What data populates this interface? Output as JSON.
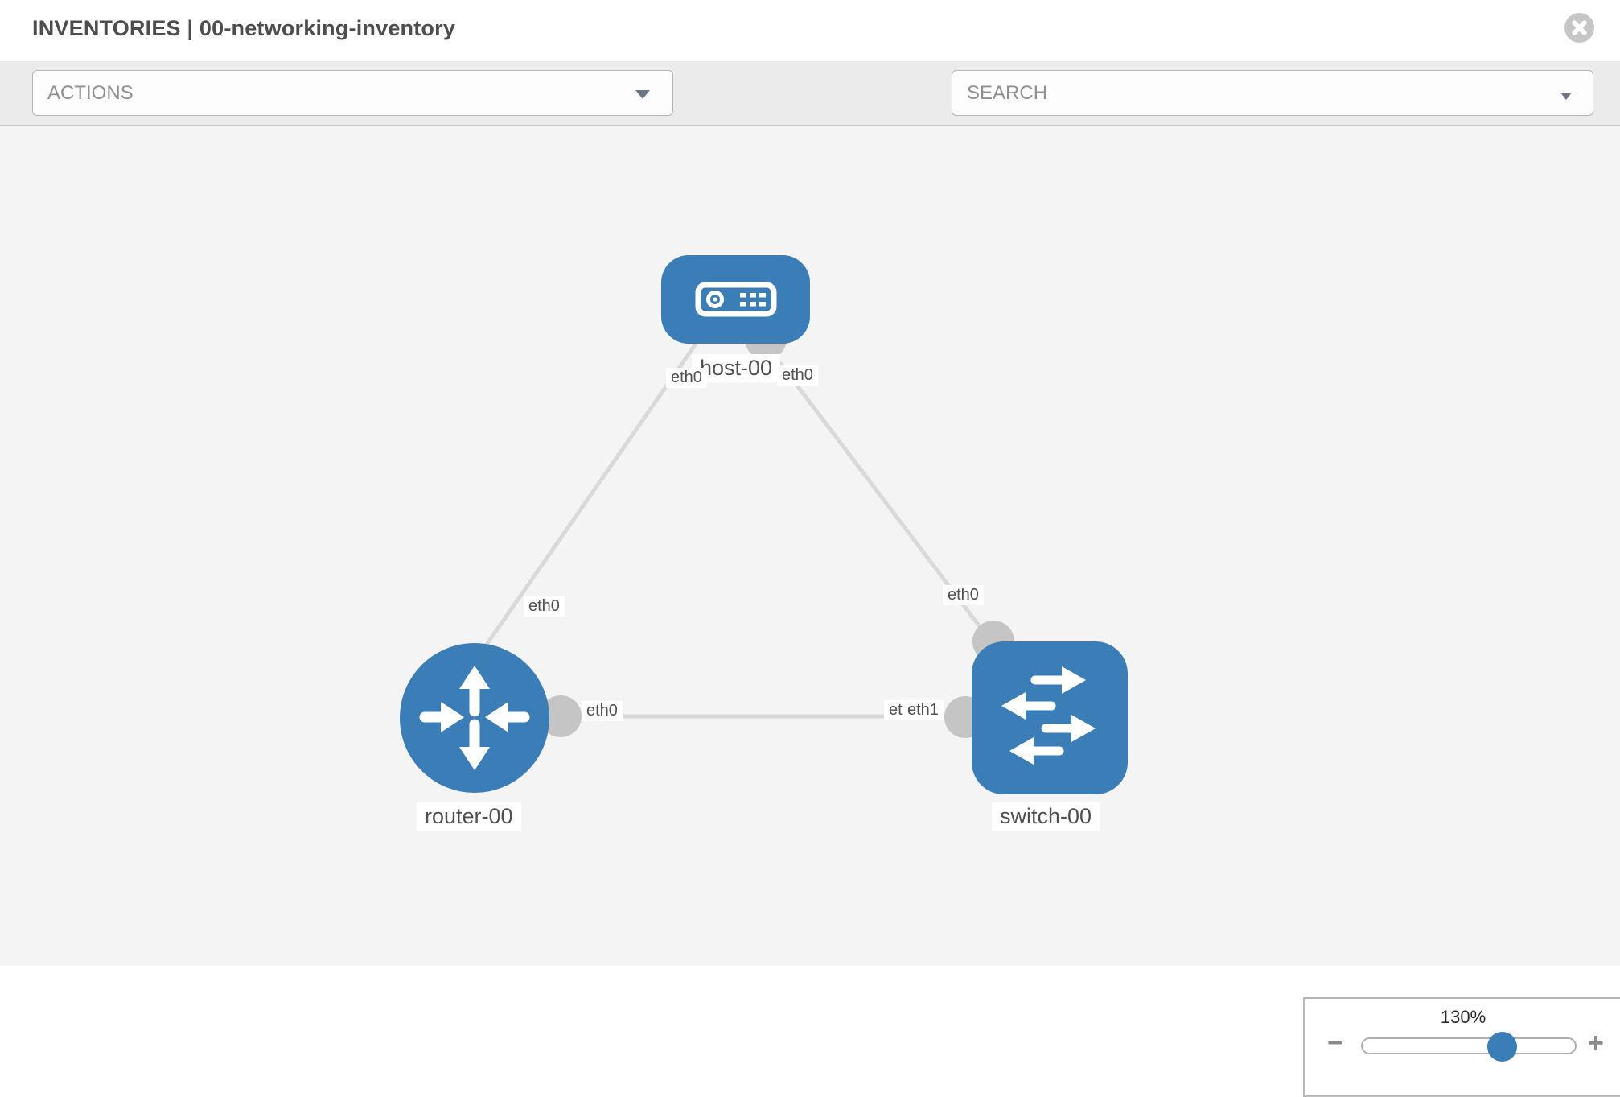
{
  "header": {
    "title": "INVENTORIES | 00-networking-inventory"
  },
  "toolbar": {
    "actions": {
      "placeholder": "ACTIONS"
    },
    "tools": [
      {
        "icon": "wrench"
      },
      {
        "icon": "key"
      }
    ],
    "search": {
      "placeholder": "SEARCH"
    }
  },
  "topology": {
    "nodes": [
      {
        "id": "host-00",
        "type": "host",
        "label": "host-00"
      },
      {
        "id": "router-00",
        "type": "router",
        "label": "router-00"
      },
      {
        "id": "switch-00",
        "type": "switch",
        "label": "switch-00"
      }
    ],
    "links": [
      {
        "from": "host-00",
        "to": "router-00",
        "from_iface": "eth0",
        "to_iface": "eth0"
      },
      {
        "from": "host-00",
        "to": "switch-00",
        "from_iface": "eth0",
        "to_iface": "eth0"
      },
      {
        "from": "router-00",
        "to": "switch-00",
        "from_iface": "eth0",
        "to_iface": "eth1"
      }
    ],
    "iface_labels": [
      "eth0",
      "eth0",
      "eth0",
      "eth0",
      "eth0",
      "eth1",
      "eth1"
    ]
  },
  "zoom_control": {
    "level": "130%",
    "minus": "−",
    "plus": "+"
  },
  "colors": {
    "node_blue": "#3b7db7",
    "link_gray": "#d9d9d9",
    "iface_gray": "#c5c5c5",
    "canvas_bg": "#f5f4f4",
    "toolbar_bg": "#ebebeb"
  }
}
